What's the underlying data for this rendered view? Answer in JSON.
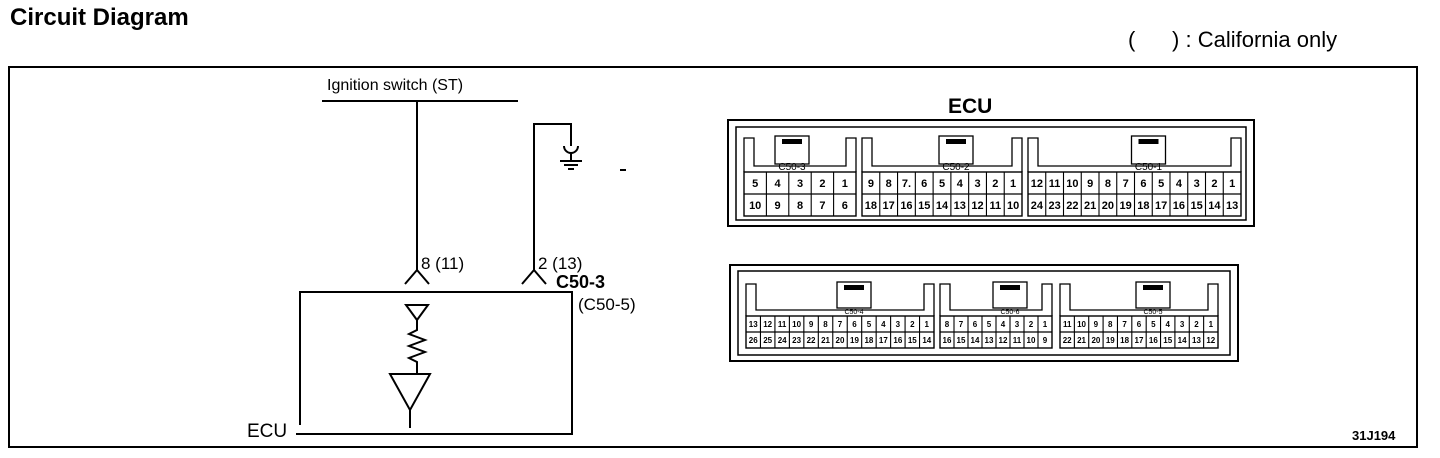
{
  "title": "Circuit Diagram",
  "legend": {
    "open_paren": "(",
    "close_paren": ")",
    "text": ": California only"
  },
  "circuit": {
    "ignition_label": "Ignition switch (ST)",
    "pin_a": "8 (11)",
    "pin_b": "2 (13)",
    "connector": "C50-3",
    "connector_alt": "(C50-5)",
    "ecu_label": "ECU"
  },
  "connector_view": {
    "title": "ECU",
    "top_connectors": [
      {
        "name": "C50-3",
        "row1": [
          "5",
          "4",
          "3",
          "2",
          "1"
        ],
        "row2": [
          "10",
          "9",
          "8",
          "7",
          "6"
        ]
      },
      {
        "name": "C50-2",
        "row1": [
          "9",
          "8",
          "7.",
          "6",
          "5",
          "4",
          "3",
          "2",
          "1"
        ],
        "row2": [
          "18",
          "17",
          "16",
          "15",
          "14",
          "13",
          "12",
          "11",
          "10"
        ]
      },
      {
        "name": "C50-1",
        "row1": [
          "12",
          "11",
          "10",
          "9",
          "8",
          "7",
          "6",
          "5",
          "4",
          "3",
          "2",
          "1"
        ],
        "row2": [
          "24",
          "23",
          "22",
          "21",
          "20",
          "19",
          "18",
          "17",
          "16",
          "15",
          "14",
          "13"
        ]
      }
    ],
    "bottom_connectors": [
      {
        "name": "C50-4",
        "row1": [
          "13",
          "12",
          "11",
          "10",
          "9",
          "8",
          "7",
          "6",
          "5",
          "4",
          "3",
          "2",
          "1"
        ],
        "row2": [
          "26",
          "25",
          "24",
          "23",
          "22",
          "21",
          "20",
          "19",
          "18",
          "17",
          "16",
          "15",
          "14"
        ]
      },
      {
        "name": "C50-6",
        "row1": [
          "8",
          "7",
          "6",
          "5",
          "4",
          "3",
          "2",
          "1"
        ],
        "row2": [
          "16",
          "15",
          "14",
          "13",
          "12",
          "11",
          "10",
          "9"
        ]
      },
      {
        "name": "C50-5",
        "row1": [
          "11",
          "10",
          "9",
          "8",
          "7",
          "6",
          "5",
          "4",
          "3",
          "2",
          "1"
        ],
        "row2": [
          "22",
          "21",
          "20",
          "19",
          "18",
          "17",
          "16",
          "15",
          "14",
          "13",
          "12"
        ]
      }
    ]
  },
  "figure_code": "31J194"
}
